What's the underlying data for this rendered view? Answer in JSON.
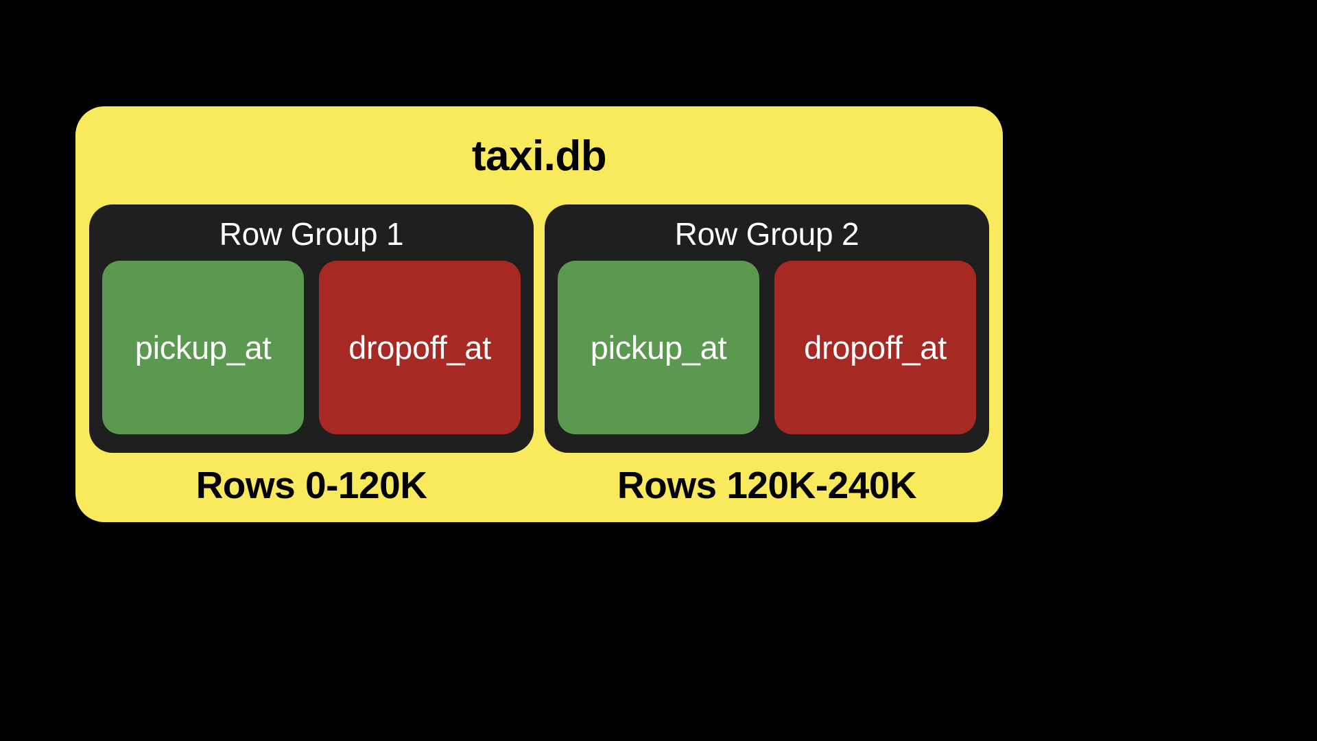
{
  "diagram": {
    "background_color": "#000000",
    "database": {
      "title": "taxi.db",
      "panel_color": "#F9E95C",
      "title_color": "#000000"
    },
    "group_box_color": "#1F1F1F",
    "column_colors": {
      "pickup": "#5C9950",
      "dropoff": "#A62A23"
    },
    "row_groups": [
      {
        "label": "Row Group 1",
        "rows_label": "Rows 0-120K",
        "columns": [
          {
            "name": "pickup_at",
            "kind": "green"
          },
          {
            "name": "dropoff_at",
            "kind": "red"
          }
        ]
      },
      {
        "label": "Row Group 2",
        "rows_label": "Rows 120K-240K",
        "columns": [
          {
            "name": "pickup_at",
            "kind": "green"
          },
          {
            "name": "dropoff_at",
            "kind": "red"
          }
        ]
      }
    ]
  }
}
